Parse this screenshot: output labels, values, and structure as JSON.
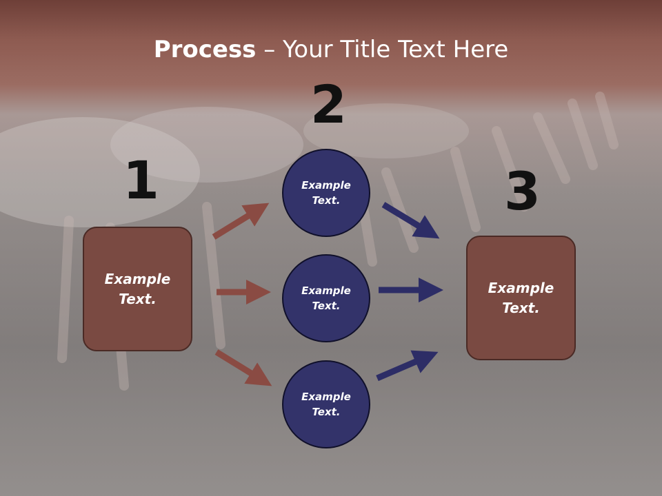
{
  "slide": {
    "title_bold": "Process",
    "title_rest": " – Your Title Text Here",
    "step_numbers": [
      "1",
      "2",
      "3"
    ],
    "left_box": {
      "line1": "Example",
      "line2": "Text."
    },
    "right_box": {
      "line1": "Example",
      "line2": "Text."
    },
    "circles": [
      {
        "line1": "Example",
        "line2": "Text."
      },
      {
        "line1": "Example",
        "line2": "Text."
      },
      {
        "line1": "Example",
        "line2": "Text."
      }
    ]
  },
  "colors": {
    "header": "#8d5a50",
    "box_fill": "#7a4a42",
    "circle_fill": "#33336a",
    "left_arrows": "#8a4b43",
    "right_arrows": "#2d2d66"
  }
}
